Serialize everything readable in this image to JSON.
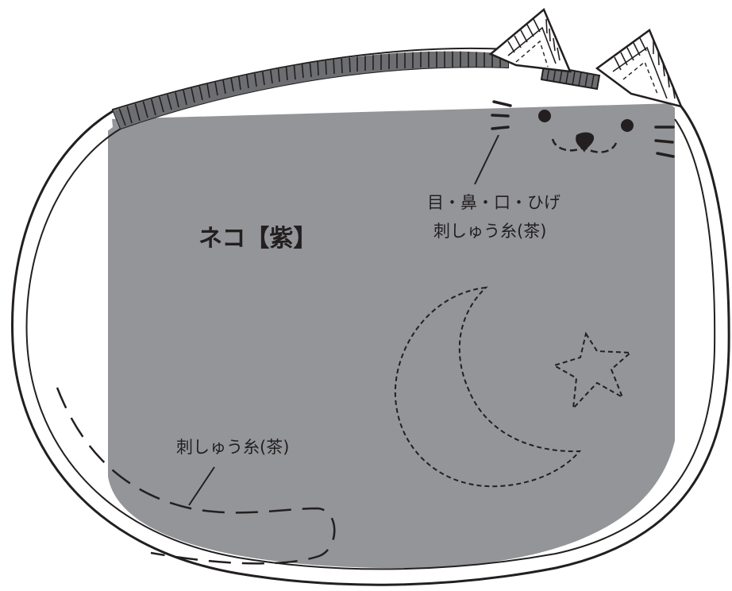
{
  "panel": {
    "title": "ネコ【紫】"
  },
  "callouts": {
    "face": {
      "line1": "目・鼻・口・ひげ",
      "line2": "刺しゅう糸(茶)"
    },
    "tail": {
      "line1": "刺しゅう糸(茶)"
    }
  },
  "colors": {
    "panel_fill": "#939598",
    "outline": "#231f20",
    "background": "#ffffff"
  }
}
